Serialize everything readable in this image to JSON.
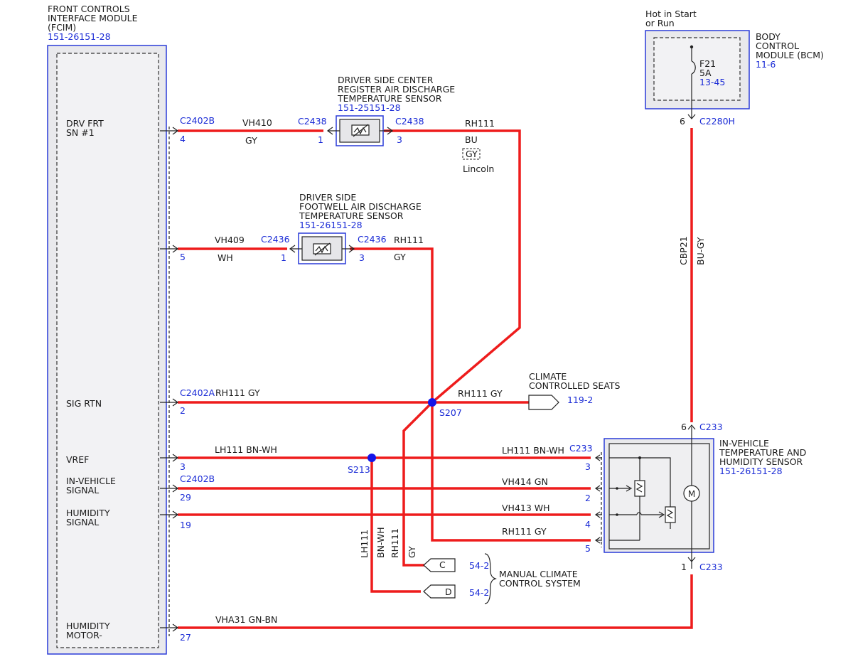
{
  "fcim": {
    "title_lines": [
      "FRONT CONTROLS",
      "INTERFACE MODULE",
      "(FCIM)"
    ],
    "ref": "151-26151-28",
    "pins": {
      "drv_frt_sn": [
        "DRV FRT",
        "SN #1"
      ],
      "sig_rtn": "SIG RTN",
      "vref": "VREF",
      "in_vehicle_signal": [
        "IN-VEHICLE",
        "SIGNAL"
      ],
      "humidity_signal": [
        "HUMIDITY",
        "SIGNAL"
      ],
      "humidity_motor": [
        "HUMIDITY",
        "MOTOR-"
      ]
    }
  },
  "bcm": {
    "title_lines": [
      "BODY",
      "CONTROL",
      "MODULE (BCM)"
    ],
    "ref": "11-6",
    "power": [
      "Hot in Start",
      "or Run"
    ],
    "fuse": "F21",
    "fuse_rating": "5A",
    "fuse_ref": "13-45",
    "pin": "6",
    "connector": "C2280H"
  },
  "center_sensor": {
    "title_lines": [
      "DRIVER SIDE CENTER",
      "REGISTER AIR DISCHARGE",
      "TEMPERATURE SENSOR"
    ],
    "ref": "151-25151-28"
  },
  "footwell_sensor": {
    "title_lines": [
      "DRIVER SIDE",
      "FOOTWELL AIR DISCHARGE",
      "TEMPERATURE SENSOR"
    ],
    "ref": "151-26151-28"
  },
  "ivt_sensor": {
    "title_lines": [
      "IN-VEHICLE",
      "TEMPERATURE AND",
      "HUMIDITY SENSOR"
    ],
    "ref": "151-26151-28"
  },
  "climate_seats": {
    "title_lines": [
      "CLIMATE",
      "CONTROLLED SEATS"
    ],
    "ref": "119-2"
  },
  "manual_climate": {
    "title_lines": [
      "MANUAL CLIMATE",
      "CONTROL SYSTEM"
    ],
    "connectors": [
      {
        "letter": "C",
        "ref": "54-2"
      },
      {
        "letter": "D",
        "ref": "54-2"
      }
    ]
  },
  "splices": {
    "s207": "S207",
    "s213": "S213"
  },
  "labels": {
    "c2402b": "C2402B",
    "c2402a": "C2402A",
    "c2438": "C2438",
    "c2436": "C2436",
    "c233": "C233",
    "pin4": "4",
    "pin5": "5",
    "pin2": "2",
    "pin3": "3",
    "pin29": "29",
    "pin19": "19",
    "pin27": "27",
    "pin1": "1",
    "pin6": "6",
    "vh410": "VH410",
    "gy": "GY",
    "rh111": "RH111",
    "bu": "BU",
    "gy_box": "GY",
    "lincoln": "Lincoln",
    "vh409": "VH409",
    "wh": "WH",
    "rh111_gy": "RH111 GY",
    "lh111_bnwh": "LH111 BN-WH",
    "vh414_gn": "VH414  GN",
    "vh413_wh": "VH413  WH",
    "rh111_gy_spaced": "RH111  GY",
    "lh111_bnwh_spaced": "LH111  BN-WH",
    "vha31_gnbn": "VHA31  GN-BN",
    "cbp21": "CBP21",
    "bugy": "BU-GY",
    "lh111": "LH111",
    "bnwh": "BN-WH"
  },
  "colors": {
    "wire": "#ee1c1c",
    "module_border": "#2a3bd8",
    "ref_text": "#1a2bd6",
    "splice": "#1515e8"
  }
}
